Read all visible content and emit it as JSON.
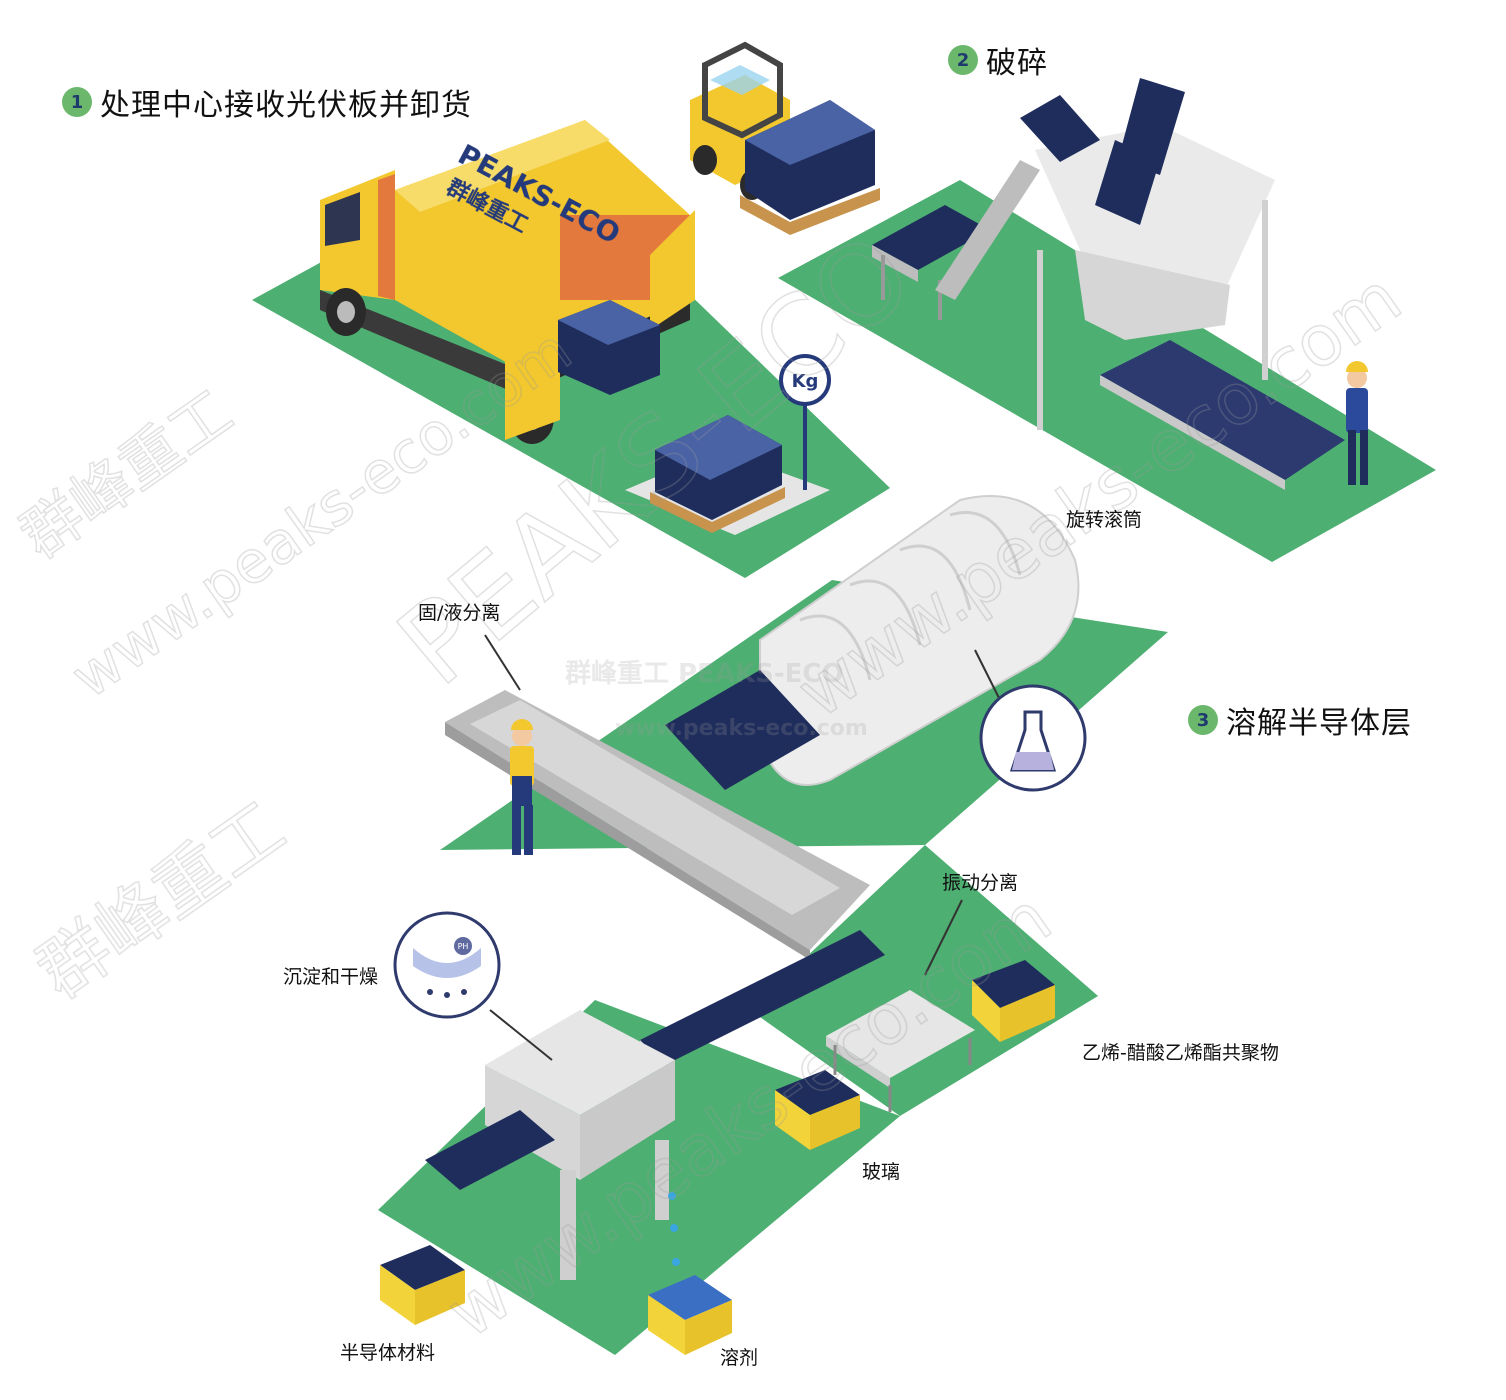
{
  "steps": [
    {
      "number": "1",
      "label": "处理中心接收光伏板并卸货"
    },
    {
      "number": "2",
      "label": "破碎"
    },
    {
      "number": "3",
      "label": "溶解半导体层"
    }
  ],
  "labels": {
    "rotating_drum": "旋转滚筒",
    "solid_liquid_separation": "固/液分离",
    "vibration_separation": "振动分离",
    "sedimentation_drying": "沉淀和干燥",
    "eva": "乙烯-醋酸乙烯酯共聚物",
    "glass": "玻璃",
    "semiconductor": "半导体材料",
    "solvent": "溶剂"
  },
  "icons": {
    "scale_sign": "Kg",
    "ph_tag": "PH"
  },
  "truck_logo": {
    "brand_en": "PEAKS-ECO",
    "brand_cn": "群峰重工"
  },
  "watermarks": {
    "center_cn": "群峰重工 PEAKS-ECO",
    "center_url": "www.peaks-eco.com",
    "diag_cn": "群峰重工",
    "diag_en": "PEAKS-ECO",
    "diag_url": "www.peaks-eco.com"
  },
  "colors": {
    "floor_green": "#4eaf72",
    "truck_yellow": "#f2c82e",
    "panel_navy": "#1f2d5c",
    "step_badge": "#6bb86d",
    "machine_gray": "#c9c9c9"
  }
}
